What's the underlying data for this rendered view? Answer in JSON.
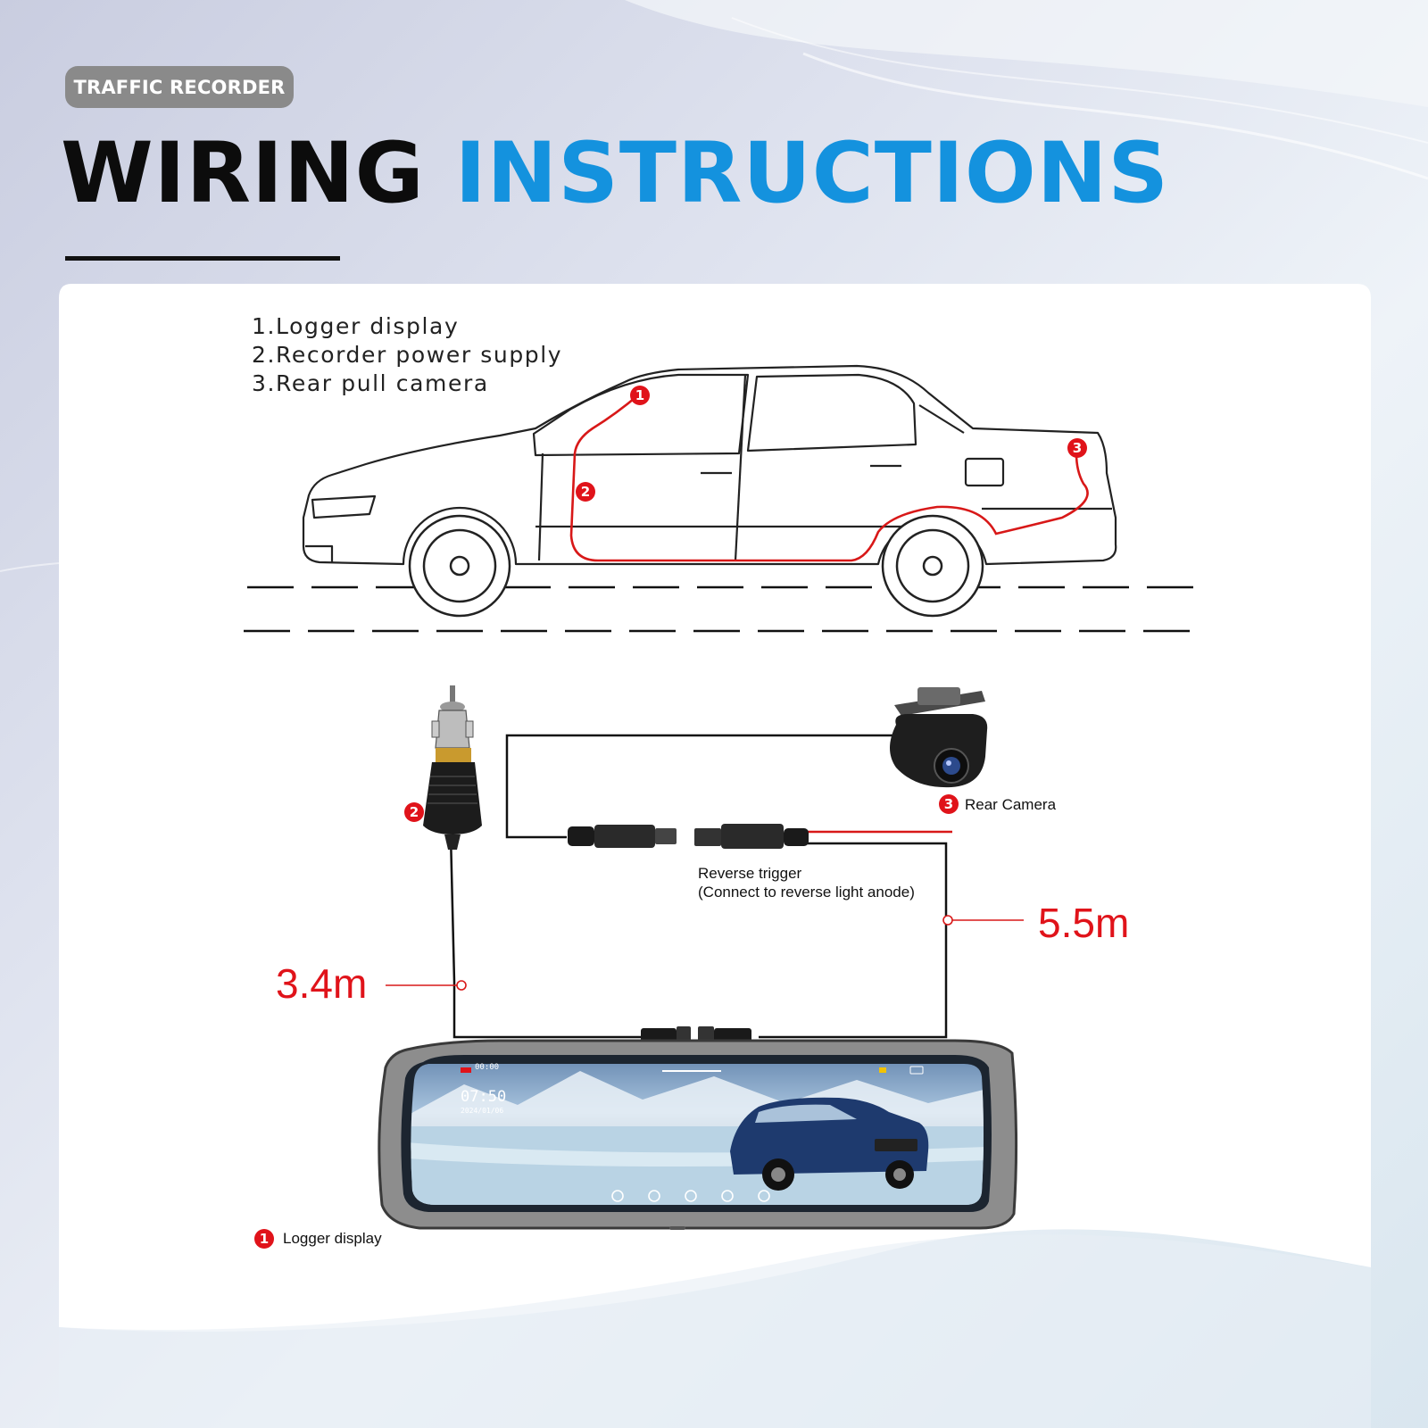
{
  "header": {
    "badge": "TRAFFIC RECORDER",
    "title_part1": "WIRING",
    "title_part2": "INSTRUCTIONS"
  },
  "legend": [
    "1.Logger display",
    "2.Recorder power supply",
    "3.Rear pull camera"
  ],
  "car_markers": [
    "1",
    "2",
    "3"
  ],
  "components": {
    "power_supply_marker": "2",
    "rear_camera_marker": "3",
    "rear_camera_label": "Rear Camera",
    "logger_marker": "1",
    "logger_label": "Logger display"
  },
  "reverse_trigger": {
    "line1": "Reverse trigger",
    "line2": "(Connect to reverse light anode)"
  },
  "lengths": {
    "power_cable": "3.4m",
    "camera_cable": "5.5m"
  },
  "mirror_screen": {
    "status_time": "00:00",
    "clock": "07:50",
    "date": "2024/01/06"
  },
  "colors": {
    "accent_blue": "#1492de",
    "wire_red": "#e0131a",
    "badge_gray": "#8a8a8a"
  }
}
